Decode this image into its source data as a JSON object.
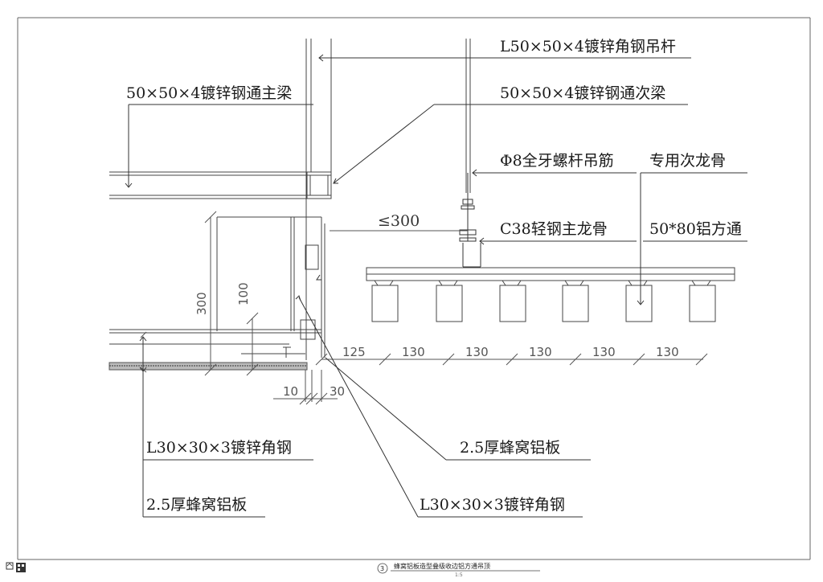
{
  "callouts": {
    "hanger_angle": "L50×50×4镀锌角钢吊杆",
    "main_beam": "50×50×4镀锌钢通主梁",
    "secondary_beam": "50×50×4镀锌钢通次梁",
    "threaded_rod": "Φ8全牙螺杆吊筋",
    "special_keel": "专用次龙骨",
    "c38_keel": "C38轻钢主龙骨",
    "alu_tube": "50*80铝方通",
    "angle_left": "L30×30×3镀锌角钢",
    "honeycomb_left": "2.5厚蜂窝铝板",
    "honeycomb_mid": "2.5厚蜂窝铝板",
    "angle_bottom": "L30×30×3镀锌角钢"
  },
  "dimensions": {
    "max_spacing": "≤300",
    "height_300": "300",
    "height_100": "100",
    "dim_125": "125",
    "dim_130_1": "130",
    "dim_130_2": "130",
    "dim_130_3": "130",
    "dim_130_4": "130",
    "dim_130_5": "130",
    "dim_10": "10",
    "dim_30": "30"
  },
  "title_block": {
    "number": "3",
    "title": "蜂窝铝板造型叠级收边铝方通吊顶",
    "scale": "1:5"
  }
}
